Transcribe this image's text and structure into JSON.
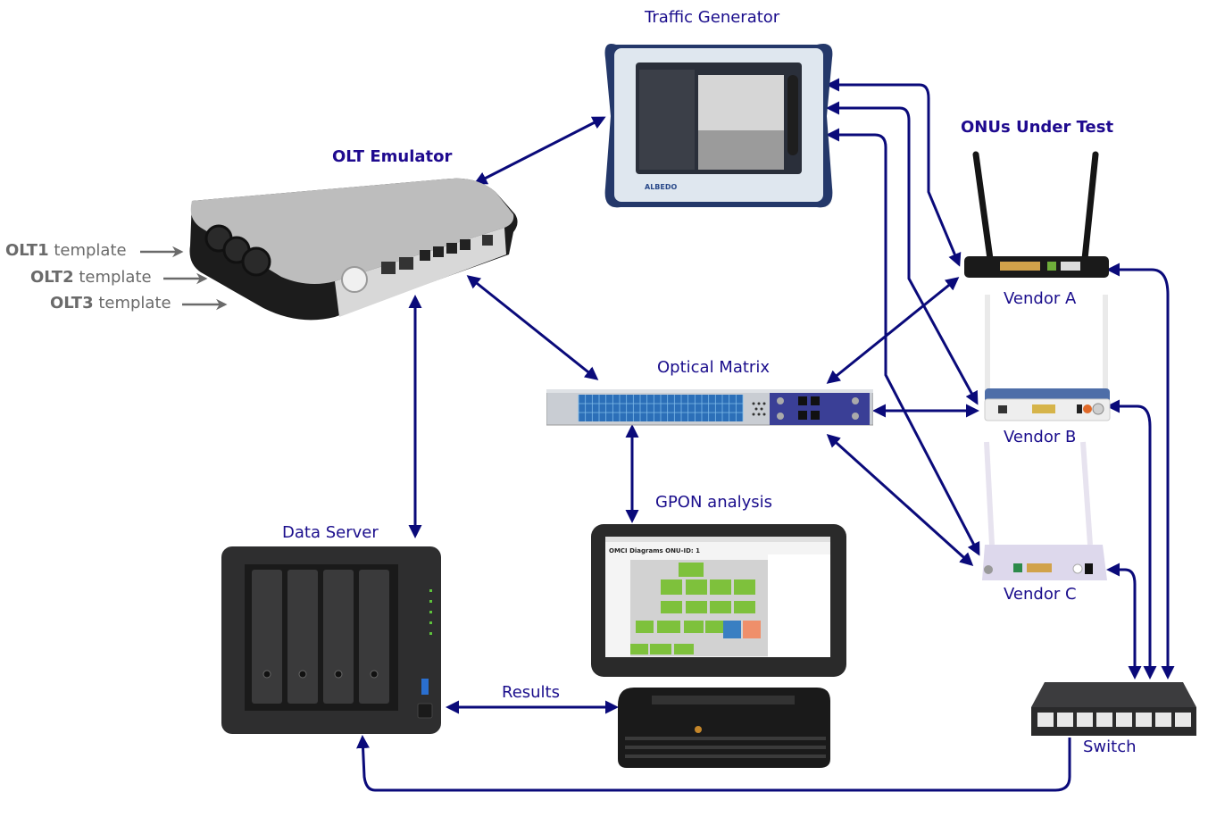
{
  "diagram": {
    "nodes": {
      "traffic_generator": {
        "label": "Traffic Generator",
        "brand": "ALBEDO"
      },
      "olt_emulator": {
        "label": "OLT Emulator"
      },
      "onus_header": {
        "label": "ONUs Under Test"
      },
      "vendor_a": {
        "label": "Vendor A"
      },
      "vendor_b": {
        "label": "Vendor B"
      },
      "vendor_c": {
        "label": "Vendor C"
      },
      "optical_matrix": {
        "label": "Optical Matrix"
      },
      "gpon_analysis": {
        "label": "GPON analysis",
        "screen_title": "OMCI Diagrams ONU-ID: 1"
      },
      "data_server": {
        "label": "Data Server"
      },
      "switch": {
        "label": "Switch"
      },
      "results": {
        "label": "Results"
      }
    },
    "templates": [
      {
        "id": "OLT1",
        "text": "template"
      },
      {
        "id": "OLT2",
        "text": "template"
      },
      {
        "id": "OLT3",
        "text": "template"
      }
    ],
    "colors": {
      "link": "#0a0a7a",
      "template_arrow": "#6a6a6a",
      "label": "#1a0d8c"
    },
    "links": [
      {
        "from": "olt_emulator",
        "to": "traffic_generator",
        "bidirectional": true
      },
      {
        "from": "olt_emulator",
        "to": "optical_matrix",
        "bidirectional": true
      },
      {
        "from": "olt_emulator",
        "to": "data_server",
        "bidirectional": true
      },
      {
        "from": "optical_matrix",
        "to": "gpon_analysis",
        "bidirectional": true
      },
      {
        "from": "optical_matrix",
        "to": "vendor_a",
        "bidirectional": true
      },
      {
        "from": "optical_matrix",
        "to": "vendor_b",
        "bidirectional": true
      },
      {
        "from": "optical_matrix",
        "to": "vendor_c",
        "bidirectional": true
      },
      {
        "from": "traffic_generator",
        "to": "vendor_a",
        "bidirectional": true
      },
      {
        "from": "traffic_generator",
        "to": "vendor_b",
        "bidirectional": true
      },
      {
        "from": "traffic_generator",
        "to": "vendor_c",
        "bidirectional": true
      },
      {
        "from": "switch",
        "to": "vendor_a",
        "bidirectional": true
      },
      {
        "from": "switch",
        "to": "vendor_b",
        "bidirectional": true
      },
      {
        "from": "switch",
        "to": "vendor_c",
        "bidirectional": true
      },
      {
        "from": "data_server",
        "to": "gpon_analysis",
        "label": "Results",
        "bidirectional": true
      },
      {
        "from": "switch",
        "to": "data_server",
        "bidirectional": false
      }
    ]
  }
}
